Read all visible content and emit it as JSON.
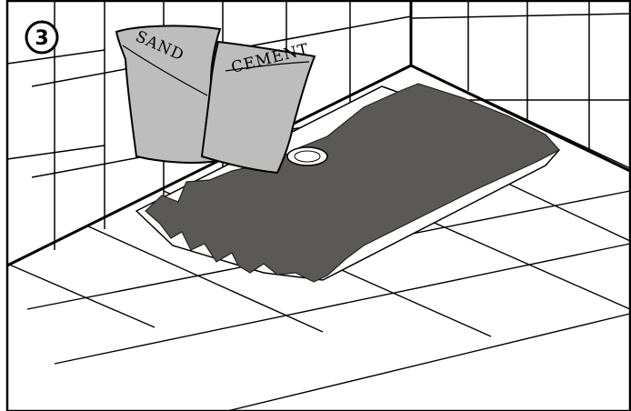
{
  "step_number": "3",
  "bags": [
    {
      "label": "SAND",
      "color": "#bdbdbd"
    },
    {
      "label": "CEMENT",
      "color": "#bdbdbd"
    }
  ],
  "mortar_color": "#5a5955",
  "tile_line_color": "#000000"
}
